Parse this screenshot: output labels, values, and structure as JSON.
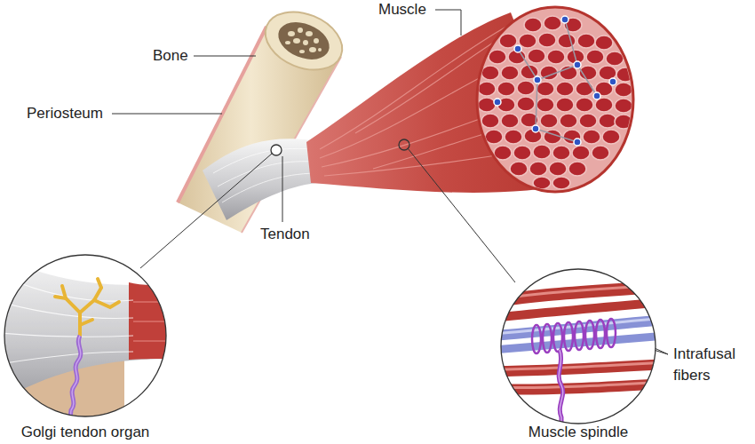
{
  "diagram": {
    "labels": [
      "Muscle",
      "Bone",
      "Periosteum",
      "Tendon",
      "Intrafusal fibers",
      "Golgi tendon organ",
      "Muscle spindle"
    ]
  }
}
